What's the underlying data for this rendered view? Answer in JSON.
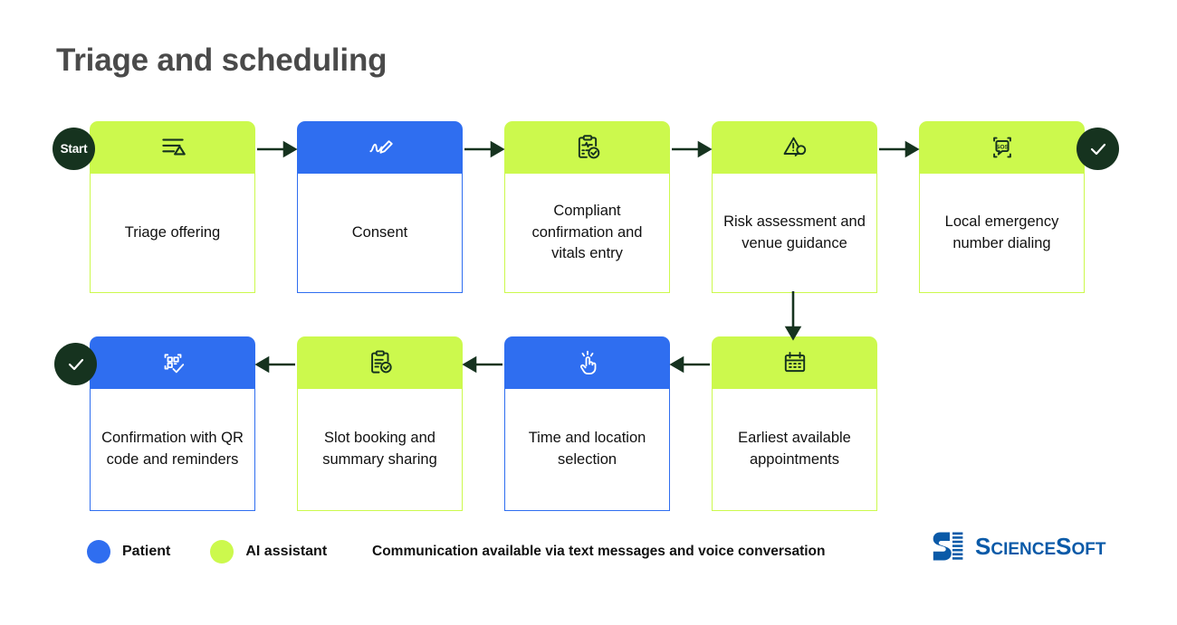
{
  "title": "Triage and scheduling",
  "colors": {
    "lime": "#ccf94d",
    "blue": "#2f6ef0",
    "dark_green": "#16331f",
    "title_gray": "#4a4a4a",
    "logo_blue": "#0a5aa8"
  },
  "badges": {
    "start_label": "Start",
    "end_icon_top": "check-icon",
    "end_icon_bottom": "check-icon"
  },
  "flow": {
    "row1": [
      {
        "label": "Triage offering",
        "actor": "lime",
        "icon": "triage-list-icon"
      },
      {
        "label": "Consent",
        "actor": "blue",
        "icon": "signature-pen-icon"
      },
      {
        "label": "Compliant confirmation and vitals entry",
        "actor": "lime",
        "icon": "clipboard-vitals-check-icon"
      },
      {
        "label": "Risk assessment and venue guidance",
        "actor": "lime",
        "icon": "warning-magnifier-icon"
      },
      {
        "label": "Local emergency number dialing",
        "actor": "lime",
        "icon": "sos-phone-icon"
      }
    ],
    "row2": [
      {
        "label": "Confirmation with QR code and reminders",
        "actor": "blue",
        "icon": "qr-code-check-icon"
      },
      {
        "label": "Slot booking and summary sharing",
        "actor": "lime",
        "icon": "clipboard-check-icon"
      },
      {
        "label": "Time and location selection",
        "actor": "blue",
        "icon": "tap-hand-icon"
      },
      {
        "label": "Earliest available appointments",
        "actor": "lime",
        "icon": "calendar-icon"
      }
    ]
  },
  "legend": [
    {
      "label": "Patient",
      "color_key": "blue"
    },
    {
      "label": "AI assistant",
      "color_key": "lime"
    }
  ],
  "footer_note": "Communication available via text messages and voice conversation",
  "logo": {
    "word_science": "Science",
    "word_soft": "Soft",
    "mark": "sciencesoft-s-mark"
  }
}
